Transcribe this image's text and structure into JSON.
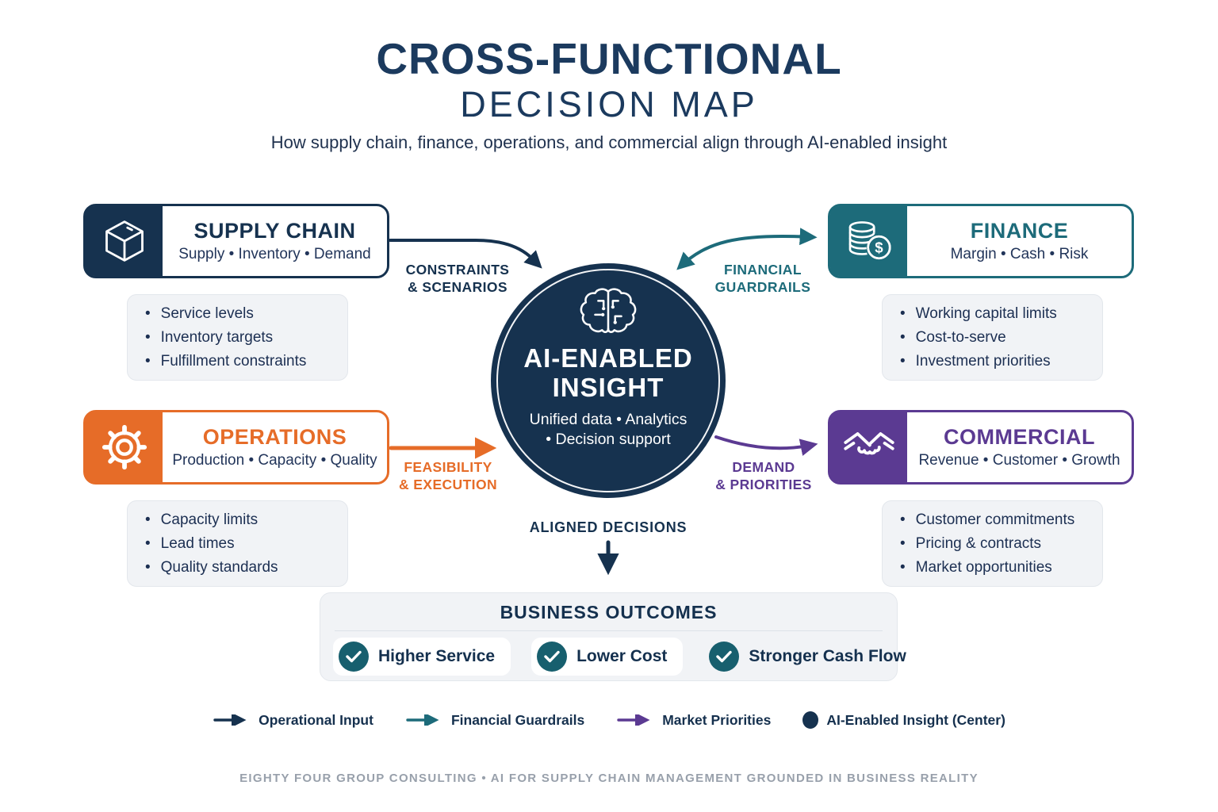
{
  "title": {
    "line1": "CROSS-FUNCTIONAL",
    "line2": "DECISION MAP",
    "subtitle": "How supply chain, finance, operations, and commercial align through AI-enabled insight"
  },
  "colors": {
    "navy": "#16324f",
    "teal": "#1d6b7a",
    "orange": "#e66c28",
    "purple": "#5b3a92",
    "card_bg": "#f1f3f6",
    "check_teal": "#175f6e",
    "footer_gray": "#98a0ab"
  },
  "departments": [
    {
      "id": "supply-chain",
      "name": "SUPPLY CHAIN",
      "tagline": "Supply • Inventory • Demand",
      "icon": "cube-icon",
      "color": "#16324f",
      "bullets": [
        "Service levels",
        "Inventory targets",
        "Fulfillment constraints"
      ]
    },
    {
      "id": "finance",
      "name": "FINANCE",
      "tagline": "Margin • Cash • Risk",
      "icon": "coins-icon",
      "color": "#1d6b7a",
      "icon_symbol": "$",
      "bullets": [
        "Working capital limits",
        "Cost-to-serve",
        "Investment priorities"
      ]
    },
    {
      "id": "operations",
      "name": "OPERATIONS",
      "tagline": "Production • Capacity • Quality",
      "icon": "gear-icon",
      "color": "#e66c28",
      "bullets": [
        "Capacity limits",
        "Lead times",
        "Quality standards"
      ]
    },
    {
      "id": "commercial",
      "name": "COMMERCIAL",
      "tagline": "Revenue • Customer • Growth",
      "icon": "handshake-icon",
      "color": "#5b3a92",
      "bullets": [
        "Customer commitments",
        "Pricing & contracts",
        "Market opportunities"
      ]
    }
  ],
  "center": {
    "icon": "brain-circuit-icon",
    "title_line1": "AI-ENABLED",
    "title_line2": "INSIGHT",
    "subtitle_line1": "Unified data • Analytics",
    "subtitle_line2": "• Decision support"
  },
  "flows": [
    {
      "id": "constraints-scenarios",
      "label_line1": "CONSTRAINTS",
      "label_line2": "& SCENARIOS",
      "color": "#16324f"
    },
    {
      "id": "financial-guardrails",
      "label_line1": "FINANCIAL",
      "label_line2": "GUARDRAILS",
      "color": "#1d6b7a"
    },
    {
      "id": "feasibility-execution",
      "label_line1": "FEASIBILITY",
      "label_line2": "& EXECUTION",
      "color": "#e66c28"
    },
    {
      "id": "demand-priorities",
      "label_line1": "DEMAND",
      "label_line2": "& PRIORITIES",
      "color": "#5b3a92"
    }
  ],
  "aligned_decisions_label": "ALIGNED DECISIONS",
  "outcomes": {
    "title": "BUSINESS OUTCOMES",
    "items": [
      "Higher Service",
      "Lower Cost",
      "Stronger Cash Flow"
    ]
  },
  "legend": [
    {
      "type": "arrow",
      "color": "#16324f",
      "label": "Operational Input"
    },
    {
      "type": "arrow",
      "color": "#1d6b7a",
      "label": "Financial Guardrails"
    },
    {
      "type": "arrow",
      "color": "#5b3a92",
      "label": "Market Priorities"
    },
    {
      "type": "dot",
      "color": "#16324f",
      "label": "AI-Enabled Insight (Center)"
    }
  ],
  "footer": "EIGHTY FOUR GROUP CONSULTING  •  AI FOR SUPPLY CHAIN MANAGEMENT GROUNDED IN BUSINESS REALITY"
}
